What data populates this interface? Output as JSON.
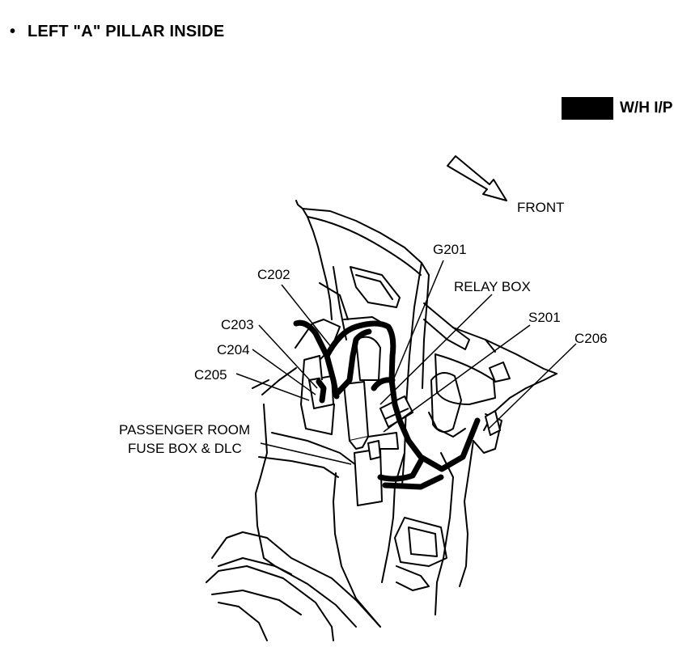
{
  "title": {
    "bullet": "•",
    "text": "LEFT \"A\" PILLAR INSIDE"
  },
  "legend": {
    "color": "#000000",
    "label": "W/H I/P"
  },
  "labels": {
    "front": "FRONT",
    "g201": "G201",
    "relay_box": "RELAY BOX",
    "s201": "S201",
    "c206": "C206",
    "c202": "C202",
    "c203": "C203",
    "c204": "C204",
    "c205": "C205",
    "passenger_line1": "PASSENGER ROOM",
    "passenger_line2": "FUSE BOX & DLC"
  },
  "colors": {
    "line": "#000000",
    "harness": "#000000",
    "background": "#ffffff"
  }
}
